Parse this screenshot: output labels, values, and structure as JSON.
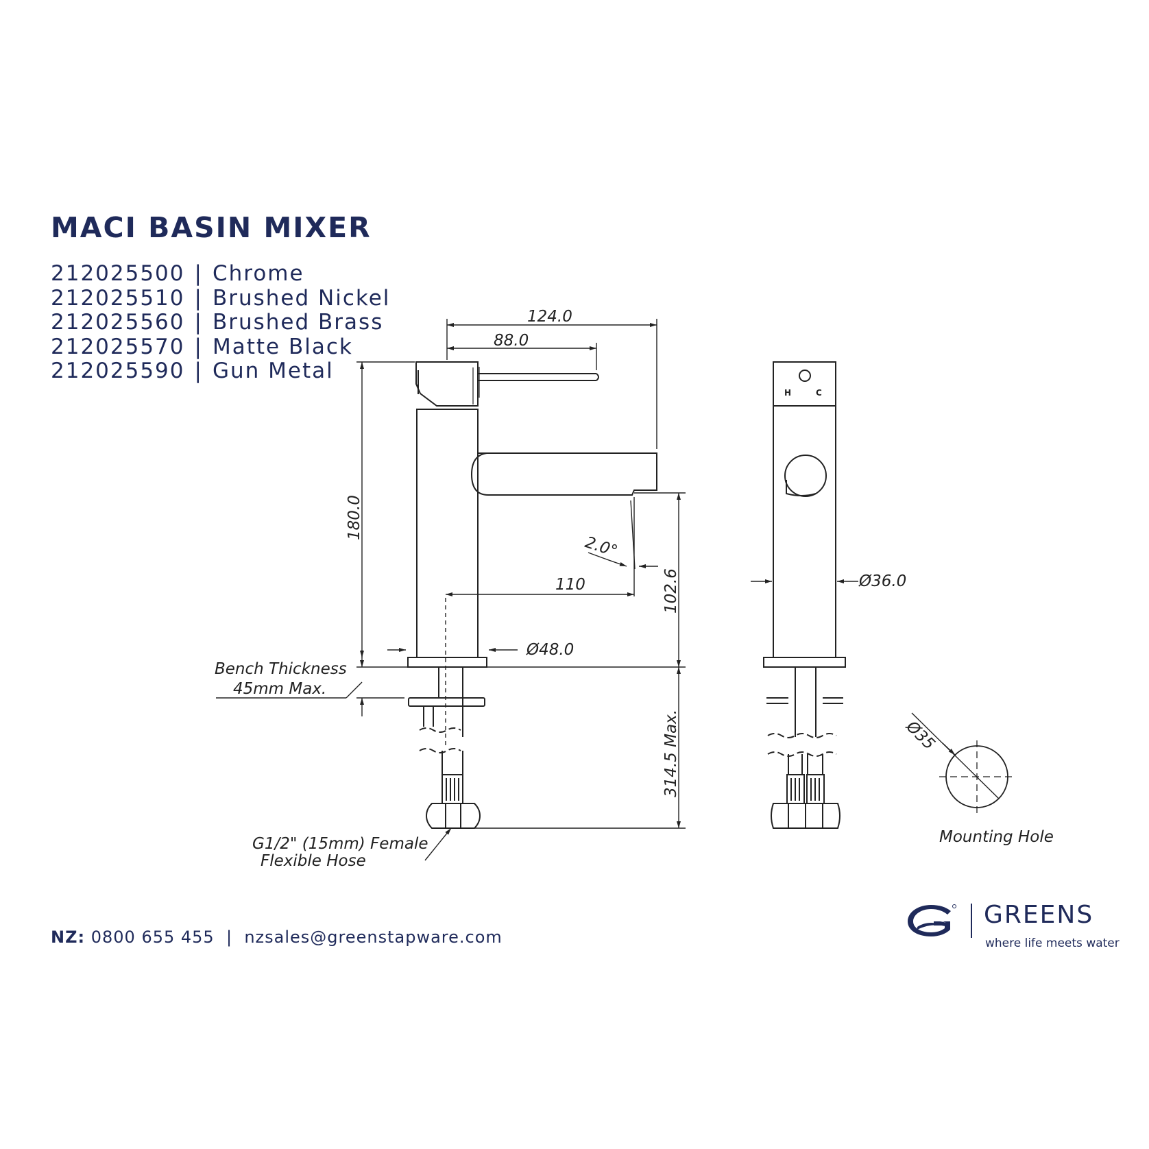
{
  "title": "MACI BASIN MIXER",
  "variants": [
    {
      "code": "212025500",
      "finish": "Chrome"
    },
    {
      "code": "212025510",
      "finish": "Brushed Nickel"
    },
    {
      "code": "212025560",
      "finish": "Brushed Brass"
    },
    {
      "code": "212025570",
      "finish": "Matte Black"
    },
    {
      "code": "212025590",
      "finish": "Gun Metal"
    }
  ],
  "separator": "|",
  "dimensions": {
    "total_width": "124.0",
    "lever_length": "88.0",
    "height": "180.0",
    "spout_height": "102.6",
    "spout_reach": "110",
    "angle": "2.0°",
    "base_diameter": "Ø48.0",
    "body_diameter": "Ø36.0",
    "below_bench": "314.5 Max.",
    "hole_diameter": "Ø35"
  },
  "labels": {
    "bench_line1": "Bench Thickness",
    "bench_line2": "45mm Max.",
    "hose_line1": "G1/2\" (15mm) Female",
    "hose_line2": "Flexible Hose",
    "mounting_hole": "Mounting Hole",
    "hot": "H",
    "cold": "C"
  },
  "contact": {
    "region": "NZ:",
    "phone": "0800 655 455",
    "separator": "|",
    "email": "nzsales@greenstapware.com"
  },
  "brand": {
    "name": "GREENS",
    "tagline": "where life meets water",
    "logo": "greens-wave-logo"
  },
  "colors": {
    "brand_navy": "#1f2a5a",
    "line": "#222222"
  }
}
